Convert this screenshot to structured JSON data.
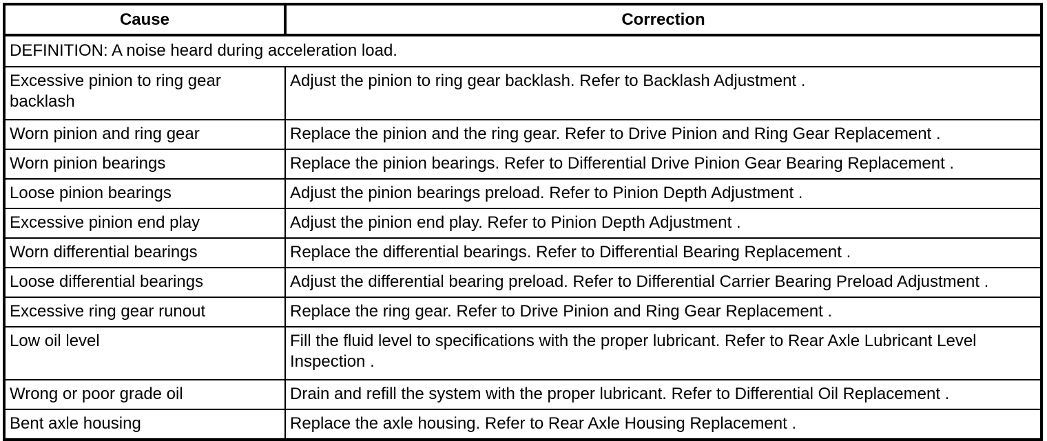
{
  "colors": {
    "border": "#000000",
    "text": "#000000",
    "background": "#ffffff"
  },
  "table": {
    "headers": {
      "cause": "Cause",
      "correction": "Correction"
    },
    "definition": "DEFINITION: A noise heard during acceleration load.",
    "rows": [
      {
        "cause": "Excessive pinion to ring gear backlash",
        "correction": "Adjust the pinion to ring gear backlash. Refer to Backlash Adjustment ."
      },
      {
        "cause": "Worn pinion and ring gear",
        "correction": "Replace the pinion and the ring gear. Refer to Drive Pinion and Ring Gear Replacement ."
      },
      {
        "cause": "Worn pinion bearings",
        "correction": "Replace the pinion bearings. Refer to Differential Drive Pinion Gear Bearing Replacement ."
      },
      {
        "cause": "Loose pinion bearings",
        "correction": "Adjust the pinion bearings preload. Refer to Pinion Depth Adjustment ."
      },
      {
        "cause": "Excessive pinion end play",
        "correction": "Adjust the pinion end play. Refer to Pinion Depth Adjustment ."
      },
      {
        "cause": "Worn differential bearings",
        "correction": "Replace the differential bearings. Refer to Differential Bearing Replacement ."
      },
      {
        "cause": "Loose differential bearings",
        "correction": "Adjust the differential bearing preload. Refer to Differential Carrier Bearing Preload Adjustment ."
      },
      {
        "cause": "Excessive ring gear runout",
        "correction": "Replace the ring gear. Refer to Drive Pinion and Ring Gear Replacement ."
      },
      {
        "cause": "Low oil level",
        "correction": "Fill the fluid level to specifications with the proper lubricant. Refer to Rear Axle Lubricant Level Inspection ."
      },
      {
        "cause": "Wrong or poor grade oil",
        "correction": "Drain and refill the system with the proper lubricant. Refer to Differential Oil Replacement ."
      },
      {
        "cause": "Bent axle housing",
        "correction": "Replace the axle housing. Refer to Rear Axle Housing Replacement ."
      }
    ]
  }
}
